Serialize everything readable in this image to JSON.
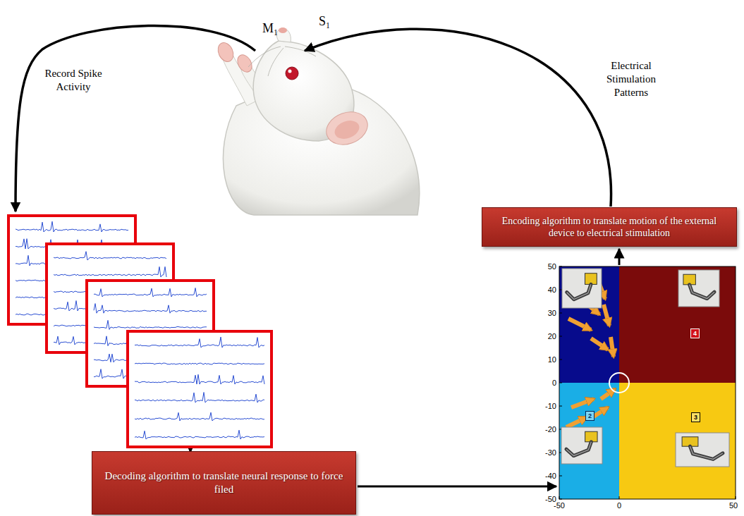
{
  "diagram": {
    "nodes": [
      {
        "text": [
          "Decoding algorithm to translate neural response to force filed"
        ]
      },
      {
        "text": [
          "Encoding algorithm to translate motion of the external device to electrical stimulation"
        ]
      }
    ],
    "labels": [
      "M₁",
      "S₁",
      "Record Spike Activity",
      "Electrical Stimulation Patterns",
      "50",
      "40",
      "30",
      "20",
      "10",
      "0",
      "-10",
      "-20",
      "-30",
      "-40",
      "-50",
      "-50",
      "0",
      "50",
      "4",
      "2",
      "3"
    ]
  }
}
